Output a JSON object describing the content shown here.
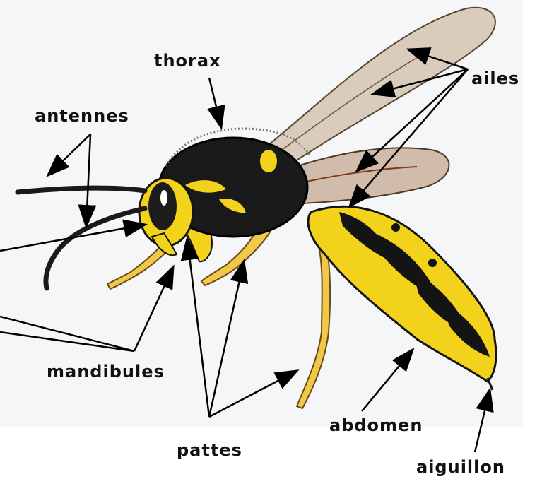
{
  "labels": {
    "thorax": "thorax",
    "antennes": "antennes",
    "ailes": "ailes",
    "mandibules": "mandibules",
    "pattes": "pattes",
    "abdomen": "abdomen",
    "aiguillon": "aiguillon"
  },
  "colors": {
    "yellow": "#f2d21a",
    "black": "#141414",
    "leg": "#f0c84a",
    "wing": "#b59a7a",
    "background": "#f4f6f8",
    "arrow": "#000000"
  }
}
